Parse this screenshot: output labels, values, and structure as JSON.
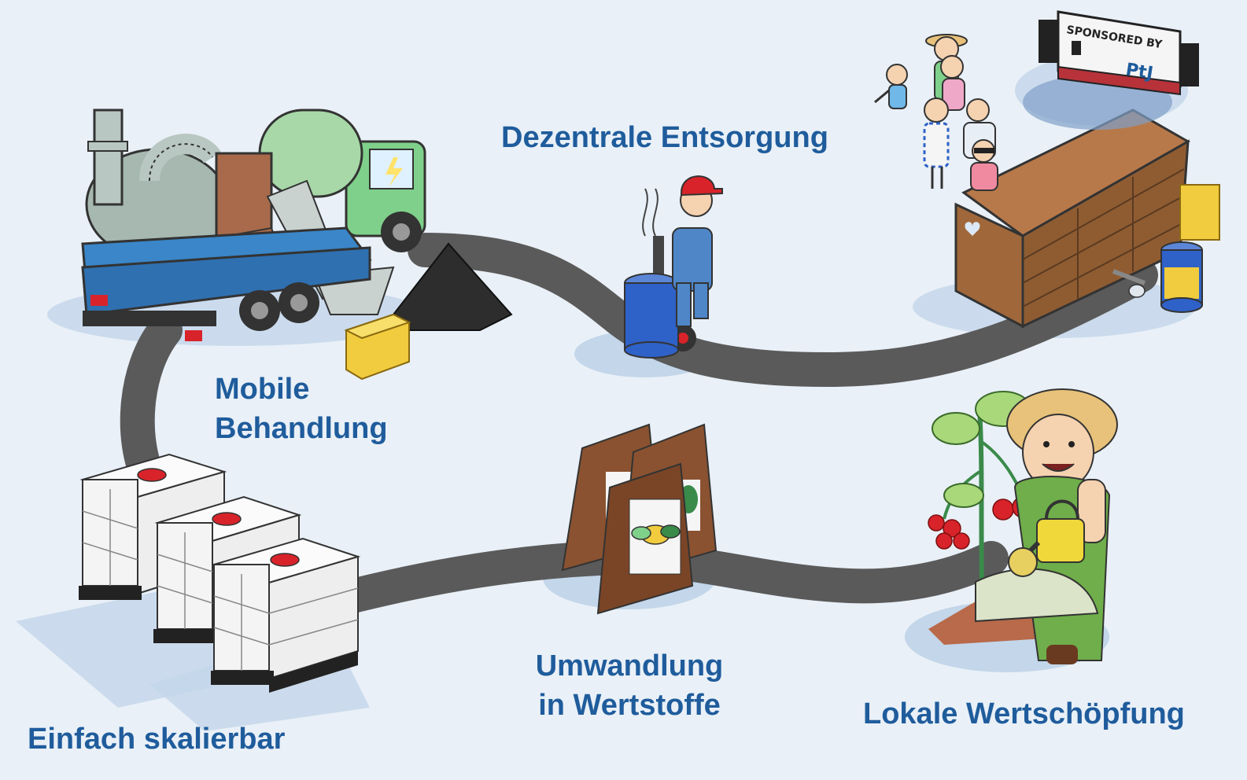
{
  "labels": {
    "dezentral": "Dezentrale Entsorgung",
    "mobile_line1": "Mobile",
    "mobile_line2": "Behandlung",
    "skalierbar": "Einfach skalierbar",
    "umwandlung_line1": "Umwandlung",
    "umwandlung_line2": "in Wertstoffe",
    "lokale": "Lokale Wertschöpfung"
  },
  "sponsor": {
    "banner_text": "SPONSORED BY",
    "logo_text": "PtJ"
  },
  "colors": {
    "background": "#e9f0f7",
    "label_text": "#1f5c9c",
    "path": "#5a5a5a",
    "shadow": "#c3d6ea",
    "truck_bed": "#3a86c8",
    "truck_cab": "#7fd08a",
    "barrel": "#2f62c8",
    "toilet_wood": "#a0683a",
    "bag": "#8a5230",
    "tomato": "#d8232a"
  },
  "icons": [
    "truck-icon",
    "sand-pile-icon",
    "hay-bale-icon",
    "worker-with-barrel-icon",
    "composting-toilet-icon",
    "festival-crowd-icon",
    "stage-icon",
    "ibc-tank-icon",
    "fertilizer-bag-icon",
    "gardener-icon",
    "tomato-plant-icon",
    "watering-can-icon"
  ]
}
